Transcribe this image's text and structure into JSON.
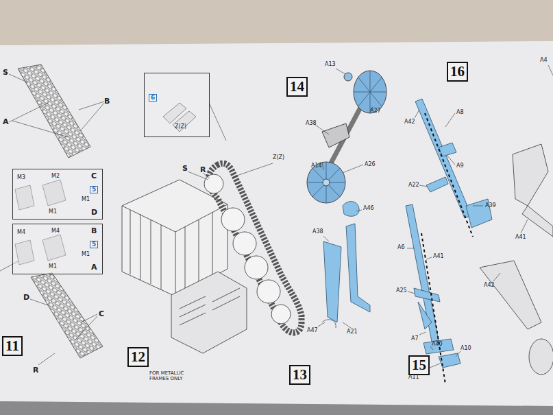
{
  "diagram": {
    "nodes": [
      {
        "text": [
          "11"
        ]
      },
      {
        "text": [
          "C",
          "M2",
          "M1",
          "M3",
          "M1",
          "D",
          "5"
        ]
      },
      {
        "text": [
          "B",
          "M4",
          "M1",
          "M4",
          "M1",
          "A",
          "5"
        ]
      },
      {
        "text": [
          "12"
        ]
      },
      {
        "text": [
          "6",
          "Z(Z)"
        ]
      },
      {
        "text": [
          "13"
        ]
      },
      {
        "text": [
          "14"
        ]
      },
      {
        "text": [
          "15"
        ]
      },
      {
        "text": [
          "16"
        ]
      }
    ],
    "labels": [
      "S",
      "A",
      "B",
      "Z(Z)",
      "S",
      "R",
      "FOR METALLIC FRAMES ONLY",
      "A13",
      "A27",
      "A38",
      "A14",
      "A26",
      "A38",
      "A46",
      "A47",
      "A21",
      "A42",
      "A8",
      "A9",
      "A22",
      "A39",
      "A41",
      "A42",
      "A4",
      "A6",
      "A41",
      "A25",
      "A7",
      "A40",
      "A10",
      "A11",
      "D",
      "C",
      "R"
    ]
  }
}
